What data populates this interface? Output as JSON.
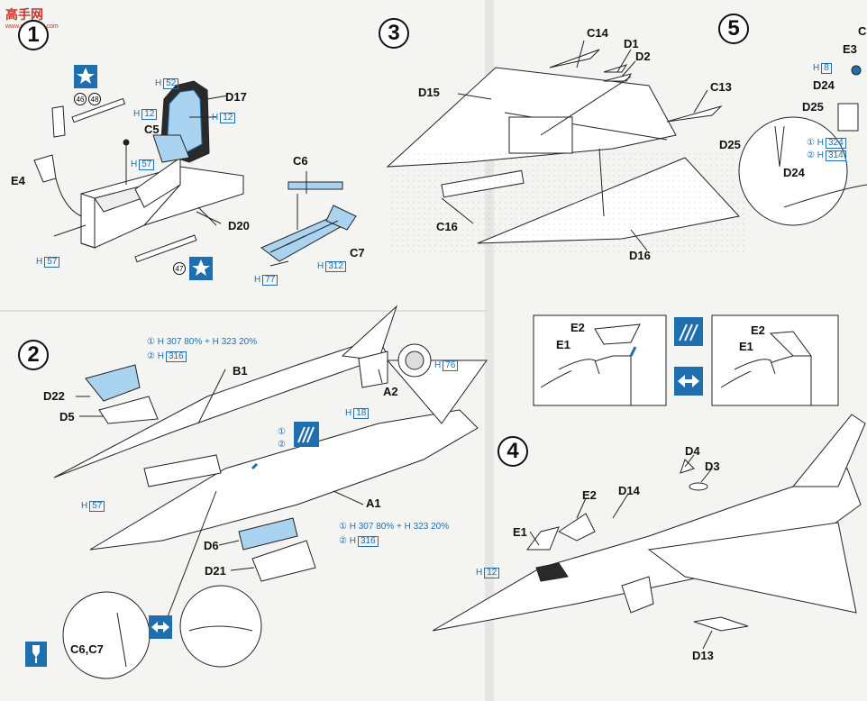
{
  "watermark": {
    "text": "高手网",
    "sub": "www.gaoshou.com"
  },
  "steps": {
    "s1": "1",
    "s2": "2",
    "s3": "3",
    "s4": "4",
    "s5": "5"
  },
  "parts": {
    "D17": "D17",
    "C5": "C5",
    "E4": "E4",
    "D20": "D20",
    "C6": "C6",
    "C7": "C7",
    "C14": "C14",
    "D1": "D1",
    "D2": "D2",
    "D15": "D15",
    "C13": "C13",
    "C16": "C16",
    "D16": "D16",
    "E3": "E3",
    "D24a": "D24",
    "D25a": "D25",
    "D25b": "D25",
    "D24b": "D24",
    "C_cut": "C",
    "B1": "B1",
    "D22": "D22",
    "D5": "D5",
    "A2": "A2",
    "A1": "A1",
    "D6": "D6",
    "D21": "D21",
    "C6C7": "C6,C7",
    "E2a": "E2",
    "E1a": "E1",
    "E2b": "E2",
    "E1b": "E1",
    "D4": "D4",
    "D3": "D3",
    "E2c": "E2",
    "D14": "D14",
    "E1c": "E1",
    "D13": "D13"
  },
  "paints": {
    "h52": {
      "prefix": "H",
      "code": "52"
    },
    "h12a": {
      "prefix": "H",
      "code": "12"
    },
    "h12b": {
      "prefix": "H",
      "code": "12"
    },
    "h57a": {
      "prefix": "H",
      "code": "57"
    },
    "h57b": {
      "prefix": "H",
      "code": "57"
    },
    "h312": {
      "prefix": "H",
      "code": "312"
    },
    "h77": {
      "prefix": "H",
      "code": "77"
    },
    "h8": {
      "prefix": "H",
      "code": "8"
    },
    "h324": {
      "prefix": "① H",
      "code": "324"
    },
    "h314": {
      "prefix": "② H",
      "code": "314"
    },
    "mix1": {
      "text": "① H 307 80% + H 323 20%"
    },
    "h316a": {
      "prefix": "② H",
      "code": "316"
    },
    "h76": {
      "prefix": "H",
      "code": "76"
    },
    "h18": {
      "prefix": "H",
      "code": "18"
    },
    "h57c": {
      "prefix": "H",
      "code": "57"
    },
    "mix2": {
      "text": "① H 307 80% + H 323 20%"
    },
    "h316b": {
      "prefix": "② H",
      "code": "316"
    },
    "h12c": {
      "prefix": "H",
      "code": "12"
    }
  },
  "decals": {
    "n46": "46",
    "n48": "48",
    "n47": "47"
  },
  "markers": {
    "m1": "①",
    "m2": "②"
  },
  "colors": {
    "paint_blue": "#1f6fb0",
    "part_blue": "#a9d3ee",
    "seat_dark": "#2a2a2a"
  }
}
